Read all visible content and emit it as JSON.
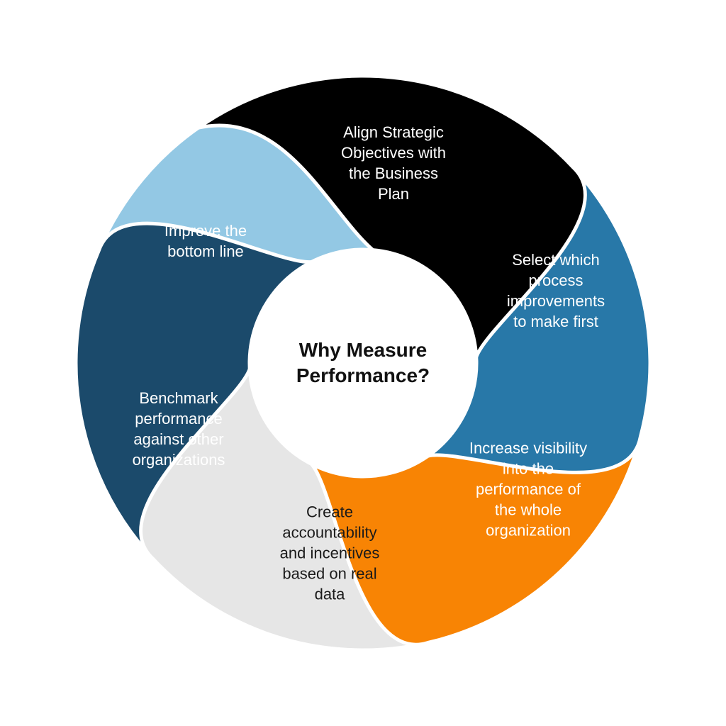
{
  "center": {
    "title": "Why Measure\nPerformance?"
  },
  "segments": [
    {
      "id": "align",
      "label": "Align Strategic\nObjectives with\nthe Business\nPlan",
      "color": "#000000",
      "text_color": "#ffffff"
    },
    {
      "id": "select",
      "label": "Select which\nprocess\nimprovements\nto make first",
      "color": "#2878a8",
      "text_color": "#ffffff"
    },
    {
      "id": "visibility",
      "label": "Increase visibility\ninto the\nperformance of\nthe whole\norganization",
      "color": "#f88404",
      "text_color": "#ffffff"
    },
    {
      "id": "accountability",
      "label": "Create\naccountability\nand incentives\nbased on real\ndata",
      "color": "#e6e6e6",
      "text_color": "#1a1a1a"
    },
    {
      "id": "benchmark",
      "label": "Benchmark\nperformance\nagainst other\norganizations",
      "color": "#1b4a6b",
      "text_color": "#ffffff"
    },
    {
      "id": "bottom-line",
      "label": "Improve the\nbottom line",
      "color": "#93c8e4",
      "text_color": "#ffffff"
    }
  ]
}
